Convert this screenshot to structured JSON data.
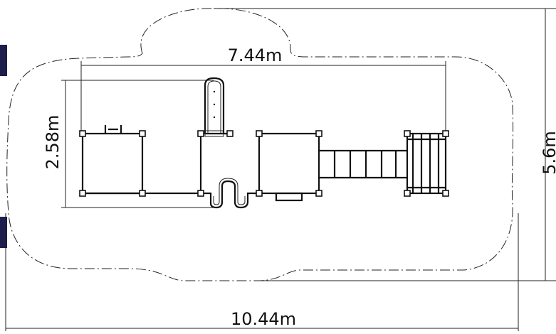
{
  "dimensions": {
    "top_width": "7.44m",
    "side_height": "2.58m",
    "overall_width": "10.44m",
    "overall_height": "5.6m"
  },
  "colors": {
    "line": "#111111",
    "edge_tab": "#1d1f4a",
    "background": "#ffffff"
  }
}
